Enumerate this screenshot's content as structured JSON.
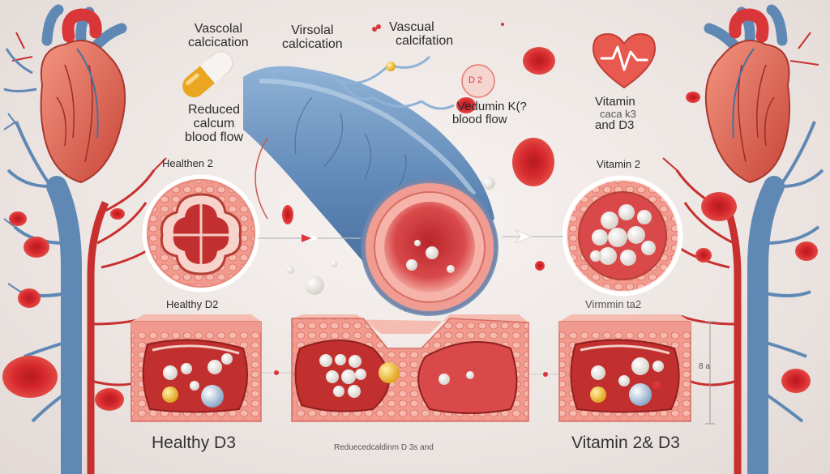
{
  "labels": {
    "title_1_line1": "Vascolal",
    "title_1_line2": "calcication",
    "title_2_line1": "Virsolal",
    "title_2_line2": "calcication",
    "title_3_line1": "Vascual",
    "title_3_line2": "calcifation",
    "d2_badge": "D 2",
    "left_line1": "Reduced",
    "left_line2": "calcum",
    "left_line3": "blood flow",
    "right_mid_line1": "Vedumin  K(?",
    "right_mid_line2": "blood flow",
    "right_top_line1": "Vitamin",
    "right_top_line2": "caca  k3",
    "right_top_line3": "and D3",
    "healthy_top": "Healthen 2",
    "vitamin_2": "Vitamin 2",
    "healthy_mid": "Healthy D2",
    "vitamin_mid": "Virmmin  ta2",
    "scale": "8 a",
    "bottom_left": "Healthy D3",
    "bottom_right": "Vitamin 2& D3",
    "bottom_center_1": "",
    "bottom_center_2": "Reduecedcaldinm D 3s and"
  },
  "colors": {
    "artery_blue": "#5f88b5",
    "vessel_red": "#d9363a",
    "tissue_pink": "#ef8f86",
    "calcium_white": "#f3efe9",
    "background": "#ece5e2"
  },
  "icons": [
    "heart-pulse-icon",
    "capsule-icon",
    "arrow-right-icon"
  ]
}
